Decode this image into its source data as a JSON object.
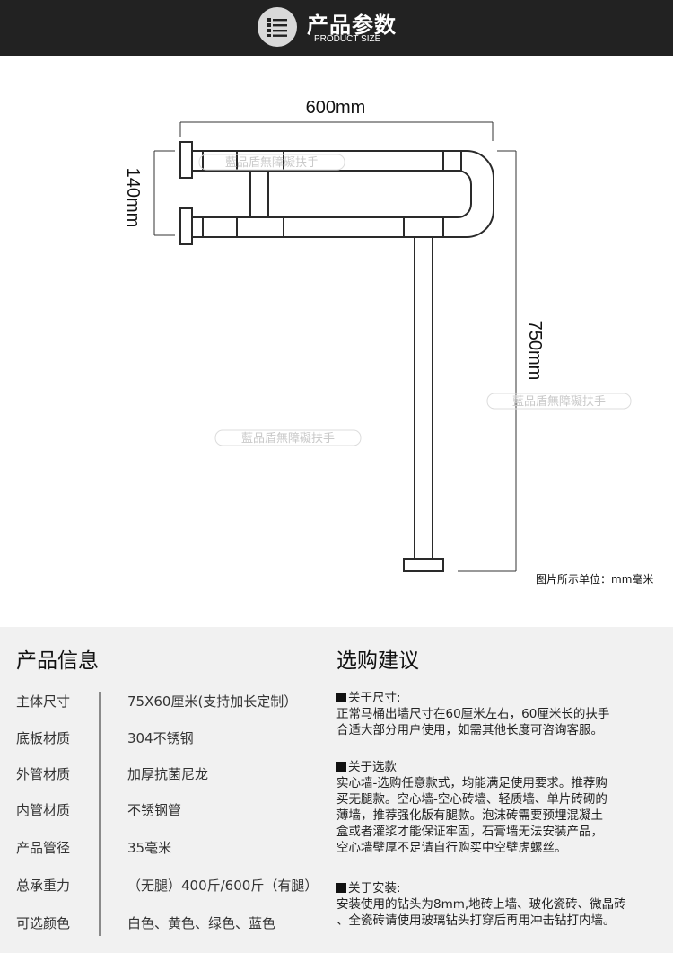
{
  "header": {
    "title": "产品参数",
    "subtitle": "PRODUCT SIZE",
    "icon": "list-icon"
  },
  "diagram": {
    "width_label": "600mm",
    "plate_label": "140mm",
    "height_label": "750mm",
    "watermark": "藍品盾無障礙扶手",
    "unit_note": "图片所示单位：mm毫米"
  },
  "product_info": {
    "title": "产品信息",
    "rows": [
      {
        "label": "主体尺寸",
        "value": "75X60厘米(支持加长定制）"
      },
      {
        "label": "底板材质",
        "value": "304不锈钢"
      },
      {
        "label": "外管材质",
        "value": "加厚抗菌尼龙"
      },
      {
        "label": "内管材质",
        "value": "不锈钢管"
      },
      {
        "label": "产品管径",
        "value": "35毫米"
      },
      {
        "label": "总承重力",
        "value": "（无腿）400斤/600斤（有腿）"
      },
      {
        "label": "可选颜色",
        "value": "白色、黄色、绿色、蓝色"
      }
    ]
  },
  "advice": {
    "title": "选购建议",
    "sections": [
      {
        "head": "关于尺寸:",
        "lines": [
          "正常马桶出墙尺寸在60厘米左右，60厘米长的扶手",
          "合适大部分用户使用，如需其他长度可咨询客服。"
        ]
      },
      {
        "head": "关于选款",
        "lines": [
          "实心墙-选购任意款式，均能满足使用要求。推荐购",
          "买无腿款。空心墙-空心砖墙、轻质墙、单片砖砌的",
          "薄墙，推荐强化版有腿款。泡沫砖需要预埋混凝土",
          "盒或者灌浆才能保证牢固，石膏墙无法安装产品，",
          "空心墙壁厚不足请自行购买中空壁虎螺丝。"
        ]
      },
      {
        "head": "关于安装:",
        "lines": [
          "安装使用的钻头为8mm,地砖上墙、玻化瓷砖、微晶砖",
          "、全瓷砖请使用玻璃钻头打穿后再用冲击钻打内墙。"
        ]
      }
    ]
  }
}
